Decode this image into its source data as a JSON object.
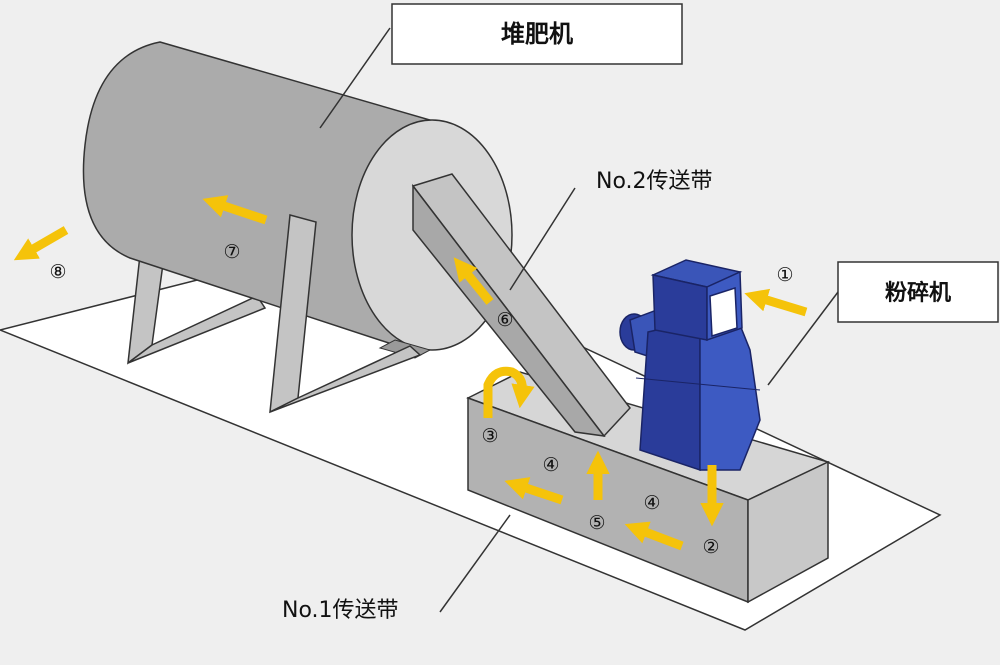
{
  "labels": {
    "composter": "堆肥机",
    "crusher": "粉碎机",
    "conveyor2": "No.2传送带",
    "conveyor1": "No.1传送带"
  },
  "steps": {
    "s1": "①",
    "s2": "②",
    "s3": "③",
    "s4a": "④",
    "s4b": "④",
    "s5": "⑤",
    "s6": "⑥",
    "s7": "⑦",
    "s8": "⑧"
  },
  "colors": {
    "background": "#efefef",
    "floor": "#ffffff",
    "machine_gray": "#c4c4c4",
    "crusher_blue": "#2a3c9a",
    "arrow_yellow": "#f5c30a"
  }
}
